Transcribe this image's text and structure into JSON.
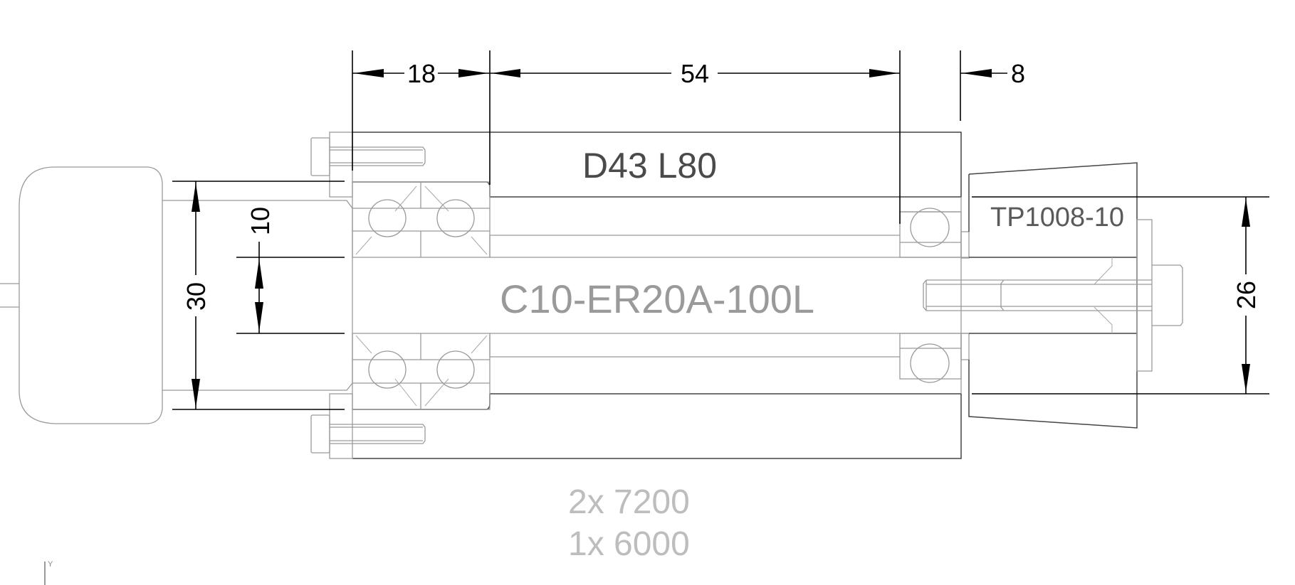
{
  "drawing": {
    "type": "spindle assembly cross-section",
    "labels": {
      "housing": "D43 L80",
      "shaft": "C10-ER20A-100L",
      "collet": "TP1008-10",
      "bearings_line1": "2x 7200",
      "bearings_line2": "1x 6000"
    },
    "dimensions": {
      "bearing_pair_length": "18",
      "spacer_length": "54",
      "front_offset": "8",
      "outer_diameter": "30",
      "shaft_diameter": "10",
      "collet_diameter": "26"
    },
    "ucs_axis_label": "Y",
    "colors": {
      "dimension": "#000000",
      "outline_dark": "#444444",
      "outline_light": "#9a9a9a",
      "label_gray": "#9a9a9a",
      "label_light": "#bdbdbd"
    }
  }
}
